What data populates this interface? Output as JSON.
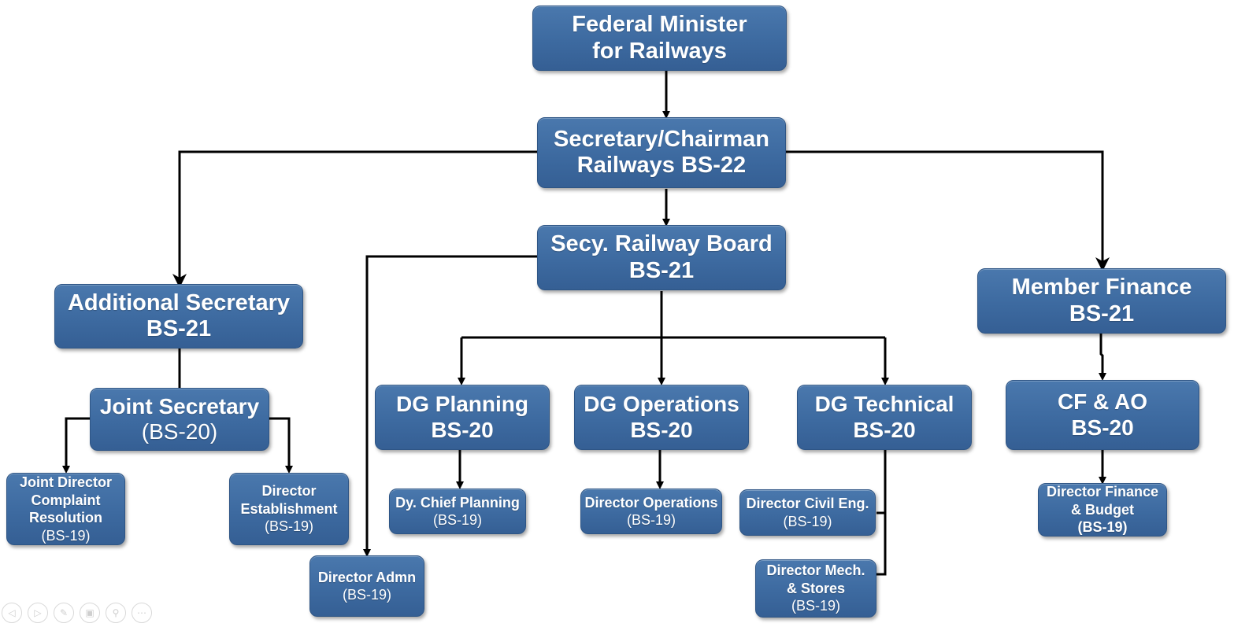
{
  "diagram": {
    "nodes": {
      "minister": {
        "line1": "Federal Minister",
        "line2": "for Railways"
      },
      "secretary": {
        "line1": "Secretary/Chairman",
        "line2": "Railways BS-22"
      },
      "secy_board": {
        "line1": "Secy. Railway Board",
        "line2": "BS-21"
      },
      "additional_secretary": {
        "line1": "Additional Secretary",
        "line2": "BS-21"
      },
      "member_finance": {
        "line1": "Member Finance",
        "line2": "BS-21"
      },
      "joint_secretary": {
        "line1": "Joint Secretary",
        "line2": "(BS-20)"
      },
      "dg_planning": {
        "line1": "DG Planning",
        "line2": "BS-20"
      },
      "dg_operations": {
        "line1": "DG Operations",
        "line2": "BS-20"
      },
      "dg_technical": {
        "line1": "DG Technical",
        "line2": "BS-20"
      },
      "cf_ao": {
        "line1": "CF & AO",
        "line2": "BS-20"
      },
      "jd_complaint": {
        "line1": "Joint Director",
        "line2": "Complaint",
        "line3": "Resolution",
        "line4": "(BS-19)"
      },
      "dir_establishment": {
        "line1": "Director",
        "line2": "Establishment",
        "line3": "(BS-19)"
      },
      "dir_admn": {
        "line1": "Director Admn",
        "line2": "(BS-19)"
      },
      "dy_chief_planning": {
        "line1": "Dy. Chief Planning",
        "line2": "(BS-19)"
      },
      "dir_operations": {
        "line1": "Director Operations",
        "line2": "(BS-19)"
      },
      "dir_civil": {
        "line1": "Director Civil Eng.",
        "line2": "(BS-19)"
      },
      "dir_mech": {
        "line1": "Director Mech.",
        "line2": "& Stores",
        "line3": "(BS-19)"
      },
      "dir_finance": {
        "line1": "Director Finance",
        "line2": "& Budget",
        "line3": "(BS-19)"
      }
    }
  },
  "slideshow_controls": [
    {
      "icon": "previous-icon",
      "glyph": "◁"
    },
    {
      "icon": "next-icon",
      "glyph": "▷"
    },
    {
      "icon": "pen-icon",
      "glyph": "✎"
    },
    {
      "icon": "slides-icon",
      "glyph": "▣"
    },
    {
      "icon": "zoom-icon",
      "glyph": "⚲"
    },
    {
      "icon": "more-icon",
      "glyph": "⋯"
    }
  ],
  "colors": {
    "box_fill": "#3d6aa0",
    "box_text": "#ffffff",
    "connector": "#000000"
  }
}
